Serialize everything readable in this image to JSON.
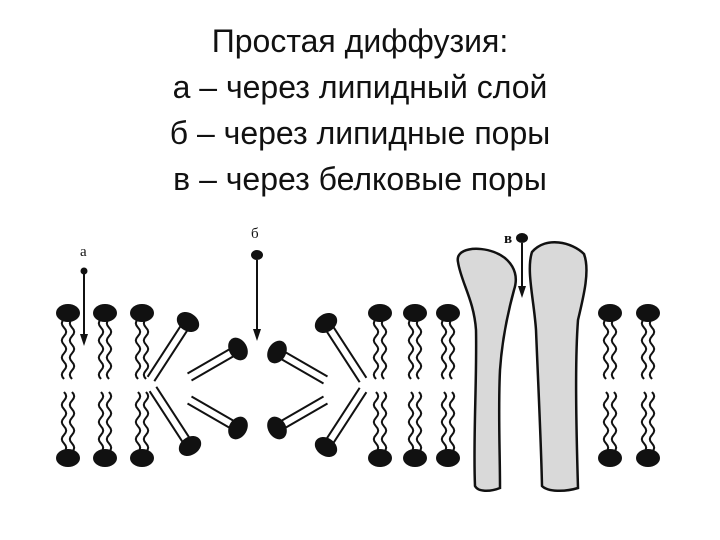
{
  "title": {
    "line1": "Простая диффузия:",
    "line2": "а – через липидный слой",
    "line3": "б – через липидные поры",
    "line4": "в – через белковые поры"
  },
  "labels": {
    "a": "а",
    "b": "б",
    "v": "в"
  }
}
